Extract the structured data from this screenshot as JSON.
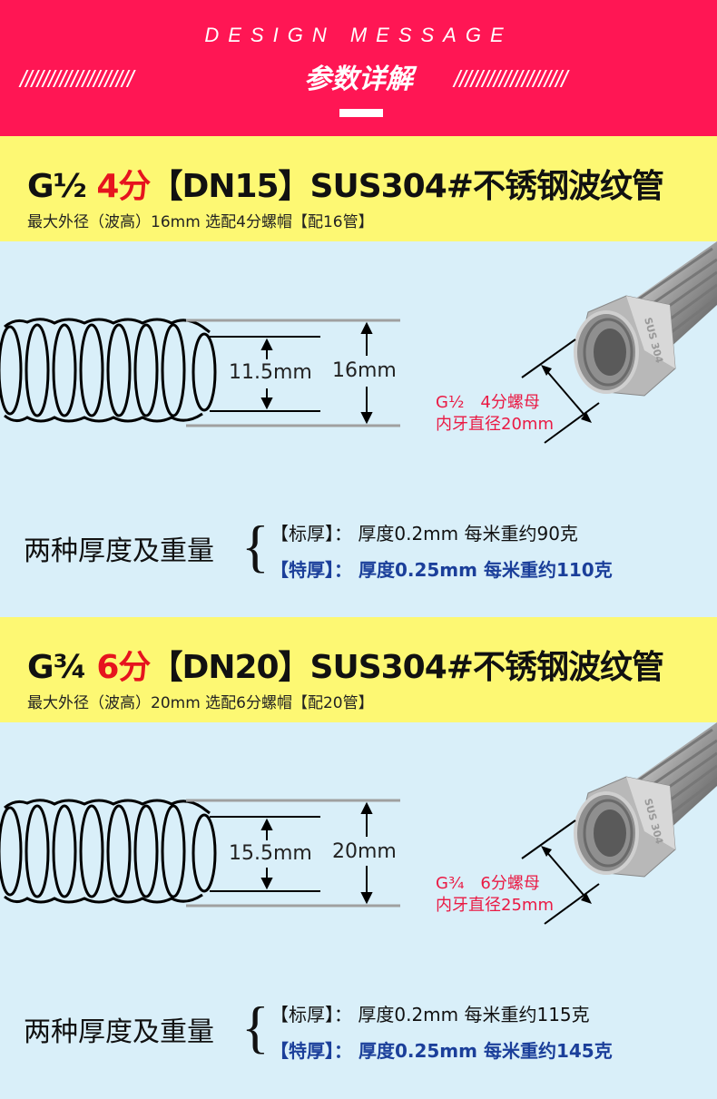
{
  "header": {
    "title_en": "DESIGN MESSAGE",
    "title_cn": "参数详解",
    "slashes_left": "////////////////////",
    "slashes_right": "////////////////////",
    "bg_color": "#ff1654"
  },
  "sections": [
    {
      "title_prefix": "G½",
      "title_red": "4分",
      "title_suffix": "【DN15】SUS304#不锈钢波纹管",
      "subtitle": "最大外径（波高）16mm 选配4分螺帽【配16管】",
      "inner_diameter": "11.5mm",
      "outer_diameter": "16mm",
      "nut_line1": "G½　4分螺母",
      "nut_line2": "内牙直径20mm",
      "nut_stamp": "SUS 304",
      "thickness_label": "两种厚度及重量",
      "standard": "【标厚】：  厚度0.2mm  每米重约90克",
      "special": "【特厚】：  厚度0.25mm 每米重约110克"
    },
    {
      "title_prefix": "G¾",
      "title_red": "6分",
      "title_suffix": "【DN20】SUS304#不锈钢波纹管",
      "subtitle": "最大外径（波高）20mm 选配6分螺帽【配20管】",
      "inner_diameter": "15.5mm",
      "outer_diameter": "20mm",
      "nut_line1": "G¾　6分螺母",
      "nut_line2": "内牙直径25mm",
      "nut_stamp": "SUS 304",
      "thickness_label": "两种厚度及重量",
      "standard": "【标厚】：  厚度0.2mm  每米重约115克",
      "special": "【特厚】：  厚度0.25mm 每米重约145克"
    }
  ],
  "colors": {
    "header_red": "#ff1654",
    "band_yellow": "#fdf873",
    "background_blue": "#d9eff9",
    "accent_red": "#e6141e",
    "nut_label_red": "#ea1a44",
    "special_blue": "#1b3f9a"
  }
}
